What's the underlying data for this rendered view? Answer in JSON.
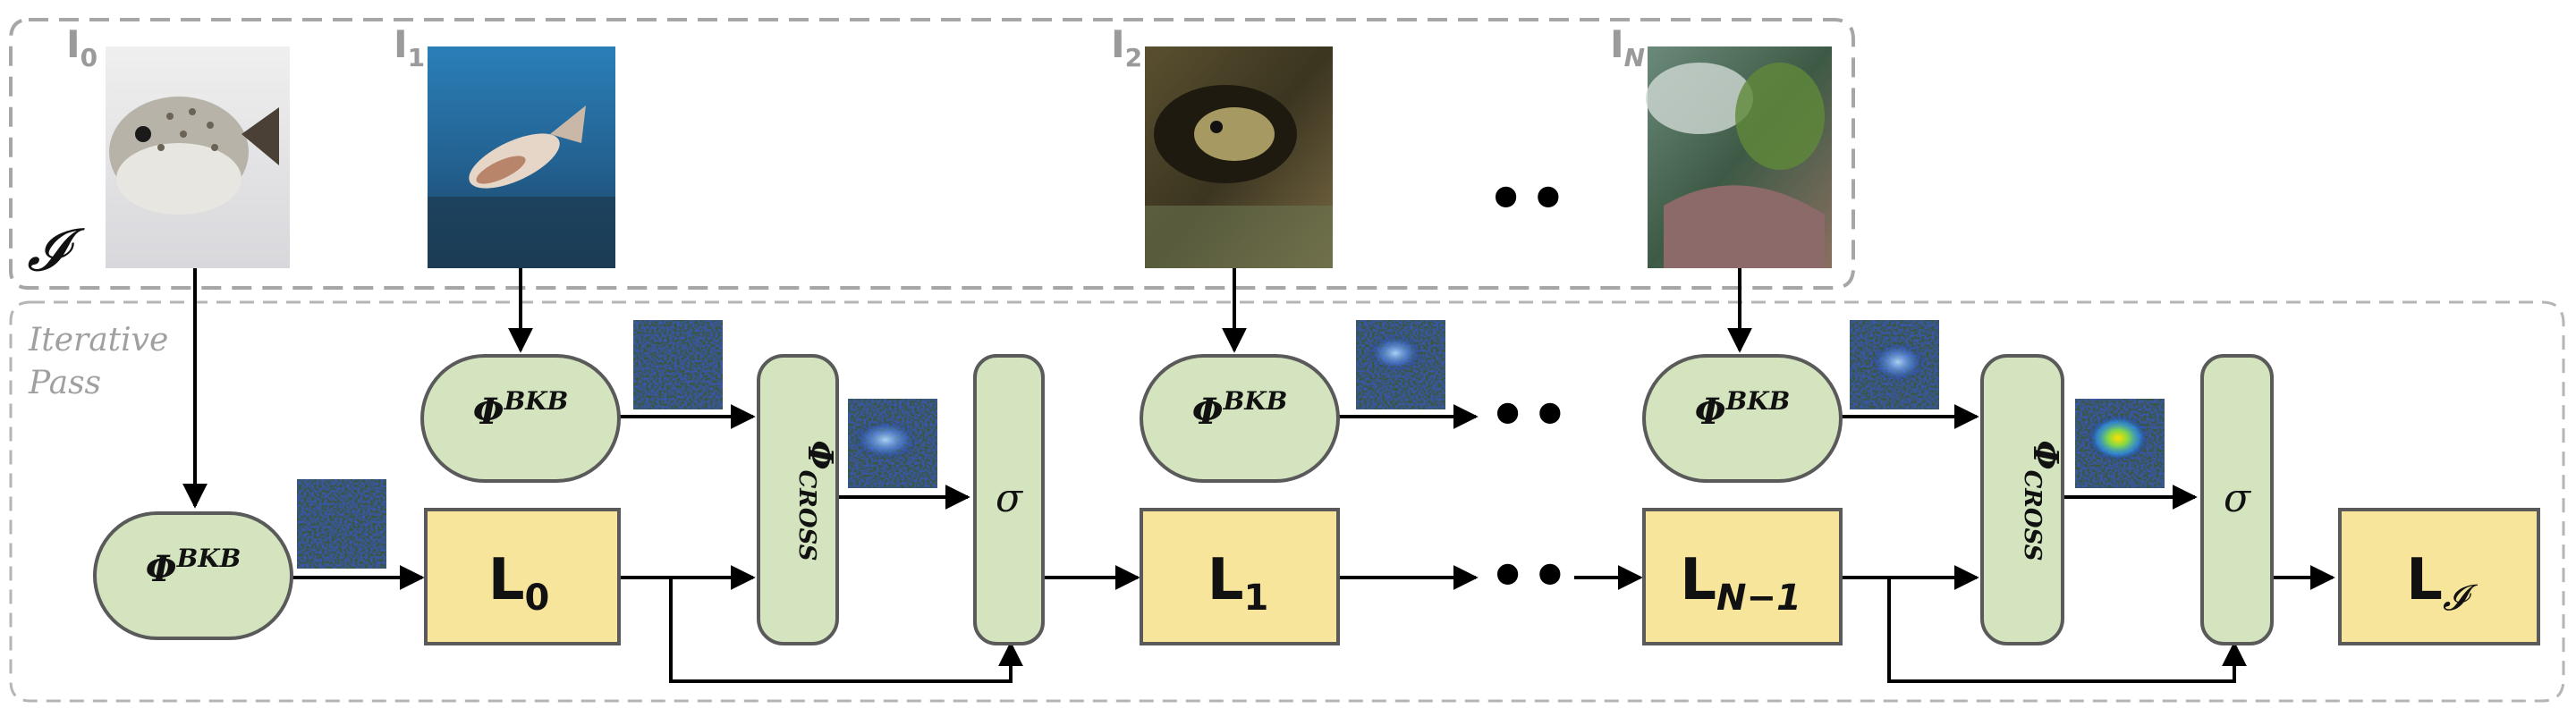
{
  "input_set": {
    "symbol": "𝓘",
    "images": [
      {
        "label": "I",
        "sub": "0",
        "subject": "pufferfish-on-white"
      },
      {
        "label": "I",
        "sub": "1",
        "subject": "pufferfish-in-blue-water"
      },
      {
        "label": "I",
        "sub": "2",
        "subject": "pufferfish-in-reef-crevice"
      },
      {
        "label": "I",
        "sub": "N",
        "subject": "reef-with-coral"
      }
    ],
    "ellipsis": "••"
  },
  "iterative_pass": {
    "line1": "Iterative",
    "line2": "Pass"
  },
  "modules": {
    "bkb": {
      "symbol": "Φ",
      "sup": "BKB"
    },
    "cross": {
      "symbol": "Φ",
      "sub": "CROSS"
    },
    "sigma": "σ"
  },
  "latents": [
    {
      "base": "L",
      "sub": "0"
    },
    {
      "base": "L",
      "sub": "1"
    },
    {
      "base": "L",
      "sub": "N−1"
    },
    {
      "base": "L",
      "sub": "𝓘"
    }
  ],
  "ellipsis_mid": "••",
  "colors": {
    "module_fill": "#d3e4bf",
    "module_stroke": "#5a5a5a",
    "latent_fill": "#f7e59c",
    "latent_stroke": "#5a5a5a",
    "dash": "#a6a6a6",
    "label_gray": "#9a9a9a",
    "arrow": "#000000"
  }
}
